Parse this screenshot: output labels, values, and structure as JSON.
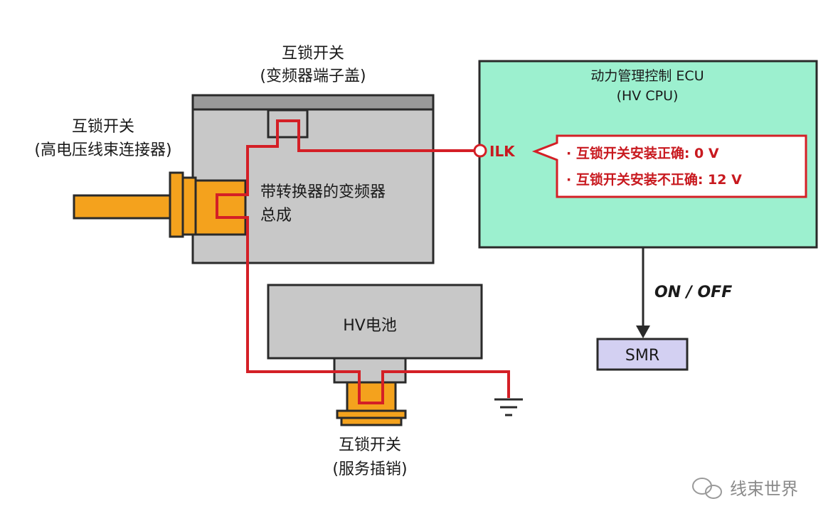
{
  "labels": {
    "inverter_cover_switch": {
      "line1": "互锁开关",
      "line2": "(变频器端子盖)"
    },
    "hv_harness_switch": {
      "line1": "互锁开关",
      "line2": "(高电压线束连接器)"
    },
    "inverter_assembly": {
      "line1": "带转换器的变频器",
      "line2": "总成"
    },
    "ecu": {
      "line1": "动力管理控制 ECU",
      "line2": "(HV CPU)"
    },
    "ilk": "ILK",
    "callout": {
      "correct": "· 互锁开关安装正确: 0 V",
      "incorrect": "· 互锁开关安装不正确: 12 V"
    },
    "on_off": "ON / OFF",
    "smr": "SMR",
    "hv_battery": "HV电池",
    "service_plug_switch": {
      "line1": "互锁开关",
      "line2": "(服务插销)"
    },
    "watermark": "线束世界"
  },
  "colors": {
    "wire": "#d41f26",
    "ecu_fill": "#9cf0cf",
    "box_fill": "#c8c8c8",
    "connector_orange": "#f4a21d",
    "smr_fill": "#d3d0f2"
  }
}
